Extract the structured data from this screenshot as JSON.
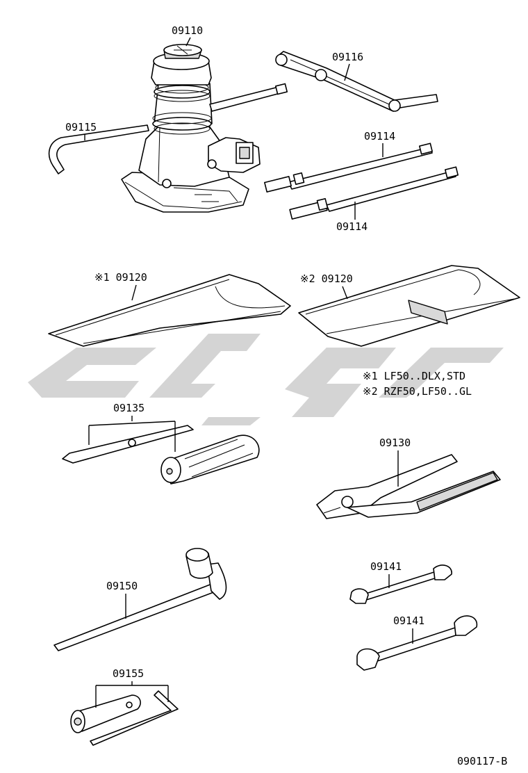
{
  "parts": {
    "jack": "09110",
    "jack_handle": "09116",
    "hook": "09115",
    "ext_bar_upper": "09114",
    "ext_bar_lower": "09114",
    "bag_1": "※1 09120",
    "bag_2": "※2 09120",
    "screwdriver": "09135",
    "pliers": "09130",
    "wrench_small": "09141",
    "wrench_large": "09141",
    "wheel_wrench": "09150",
    "plug_wrench": "09155"
  },
  "notes": {
    "note1": "※1  LF50..DLX,STD",
    "note2": "※2  RZF50,LF50..GL"
  },
  "figure_code": "090117-B",
  "colors": {
    "line": "#000000",
    "watermark": "#cccccc"
  }
}
